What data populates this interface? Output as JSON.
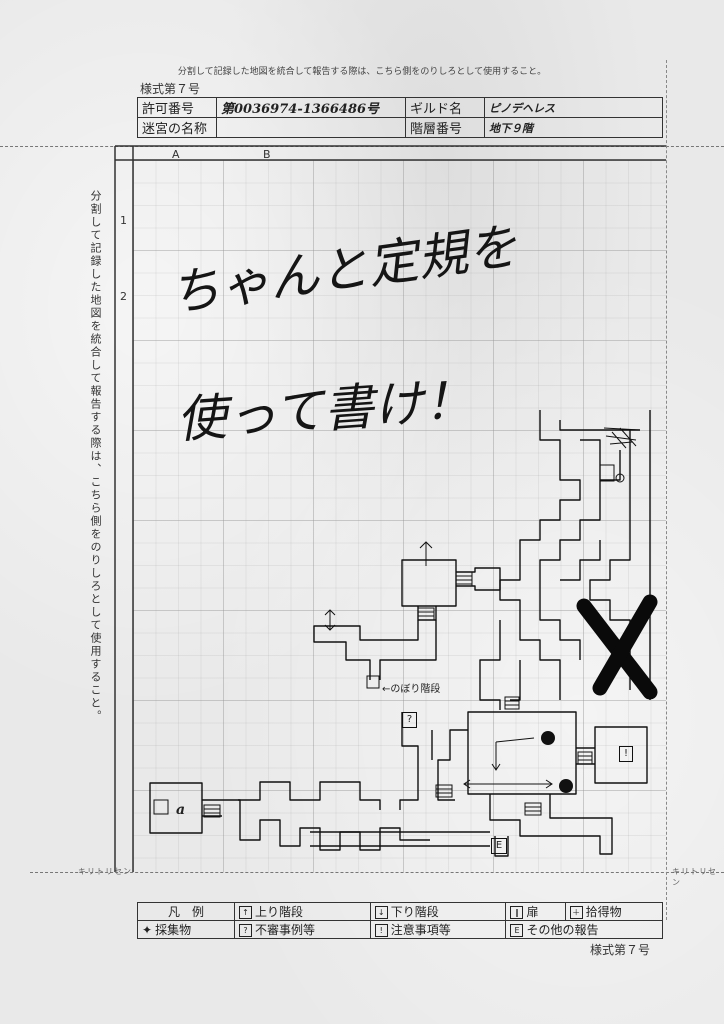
{
  "header": {
    "top_note": "分割して記録した地図を統合して報告する際は、こちら側をのりしろとして使用すること。",
    "form_number": "様式第７号",
    "permit_label": "許可番号",
    "permit_value": "第0036974-1366486号",
    "guild_label": "ギルド名",
    "guild_value": "ピノデヘレス",
    "labyrinth_label": "迷宮の名称",
    "labyrinth_value": "",
    "floor_label": "階層番号",
    "floor_value": "地下９階"
  },
  "side_note": "分割して記録した地図を統合して報告する際は、こちら側をのりしろとして使用すること。",
  "cut_label": "キリトリセン",
  "grid": {
    "columns": [
      "A",
      "B"
    ],
    "rows": [
      "1",
      "2"
    ]
  },
  "scribble": {
    "line1": "ちゃんと定規を",
    "line2": "使って書け！"
  },
  "map_labels": {
    "stairs_note": "←のぼり階段",
    "marker_a": "a",
    "marker_e": "E",
    "marker_q": "?",
    "marker_excl": "!"
  },
  "legend": {
    "title": "凡　例",
    "up_stairs": "上り階段",
    "down_stairs": "下り階段",
    "door": "扉",
    "pickup": "拾得物",
    "gather": "採集物",
    "unknown": "不審事例等",
    "caution": "注意事項等",
    "other": "その他の報告"
  },
  "form_number_bottom": "様式第７号"
}
